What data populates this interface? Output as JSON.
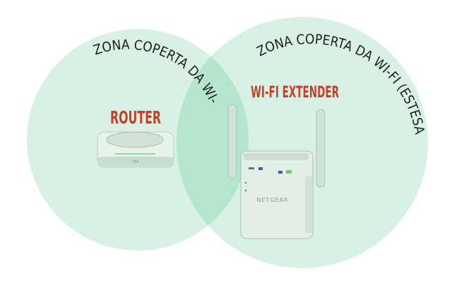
{
  "labels": {
    "router_zone": "ZONA COPERTA DA WI-FI",
    "extended_zone": "ZONA COPERTA DA WI-FI (ESTESA)",
    "router": "ROUTER",
    "extender": "WI-FI EXTENDER",
    "router_brand": "TIM",
    "extender_brand": "NETGEAR"
  },
  "colors": {
    "zone": "#d8f1e4",
    "overlap": "#b4e6cd",
    "label_red": "#c63f27",
    "text_dark": "#1e1e1e"
  }
}
